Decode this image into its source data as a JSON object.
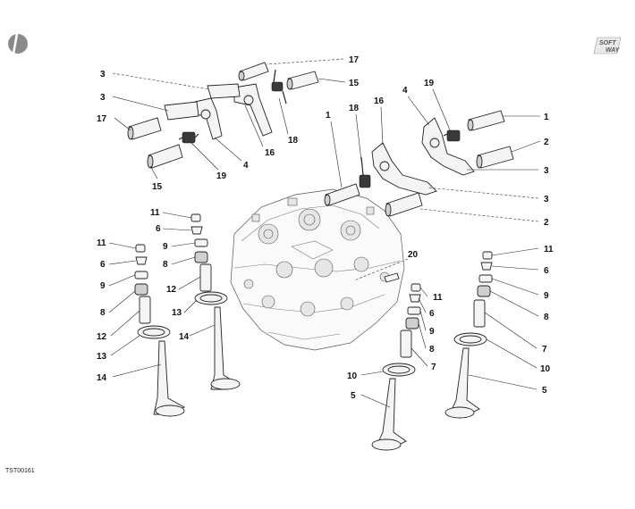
{
  "diagram": {
    "drawing_code": "TST00161",
    "brand_mark": {
      "line1": "SOFT",
      "line2": "WAY"
    },
    "callouts": [
      {
        "id": "c3a",
        "label": "3"
      },
      {
        "id": "c3b",
        "label": "3"
      },
      {
        "id": "c17a",
        "label": "17"
      },
      {
        "id": "c15a",
        "label": "15"
      },
      {
        "id": "c19a",
        "label": "19"
      },
      {
        "id": "c4a",
        "label": "4"
      },
      {
        "id": "c16a",
        "label": "16"
      },
      {
        "id": "c18a",
        "label": "18"
      },
      {
        "id": "c17b",
        "label": "17"
      },
      {
        "id": "c15b",
        "label": "15"
      },
      {
        "id": "c1a",
        "label": "1"
      },
      {
        "id": "c18b",
        "label": "18"
      },
      {
        "id": "c16b",
        "label": "16"
      },
      {
        "id": "c4b",
        "label": "4"
      },
      {
        "id": "c19b",
        "label": "19"
      },
      {
        "id": "c1b",
        "label": "1"
      },
      {
        "id": "c2a",
        "label": "2"
      },
      {
        "id": "c3c",
        "label": "3"
      },
      {
        "id": "c3d",
        "label": "3"
      },
      {
        "id": "c2b",
        "label": "2"
      },
      {
        "id": "c11a",
        "label": "11"
      },
      {
        "id": "c6a",
        "label": "6"
      },
      {
        "id": "c9a",
        "label": "9"
      },
      {
        "id": "c8a",
        "label": "8"
      },
      {
        "id": "c12a",
        "label": "12"
      },
      {
        "id": "c13a",
        "label": "13"
      },
      {
        "id": "c14a",
        "label": "14"
      },
      {
        "id": "c11b",
        "label": "11"
      },
      {
        "id": "c6b",
        "label": "6"
      },
      {
        "id": "c9b",
        "label": "9"
      },
      {
        "id": "c8b",
        "label": "8"
      },
      {
        "id": "c12b",
        "label": "12"
      },
      {
        "id": "c13b",
        "label": "13"
      },
      {
        "id": "c14b",
        "label": "14"
      },
      {
        "id": "c20",
        "label": "20"
      },
      {
        "id": "c11c",
        "label": "11"
      },
      {
        "id": "c6c",
        "label": "6"
      },
      {
        "id": "c9c",
        "label": "9"
      },
      {
        "id": "c8c",
        "label": "8"
      },
      {
        "id": "c7a",
        "label": "7"
      },
      {
        "id": "c10a",
        "label": "10"
      },
      {
        "id": "c5a",
        "label": "5"
      },
      {
        "id": "c11d",
        "label": "11"
      },
      {
        "id": "c6d",
        "label": "6"
      },
      {
        "id": "c9d",
        "label": "9"
      },
      {
        "id": "c8d",
        "label": "8"
      },
      {
        "id": "c7b",
        "label": "7"
      },
      {
        "id": "c10b",
        "label": "10"
      },
      {
        "id": "c5b",
        "label": "5"
      }
    ]
  }
}
